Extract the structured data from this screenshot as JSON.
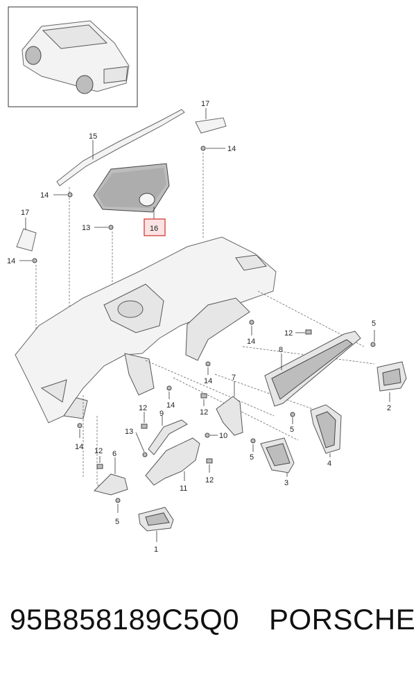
{
  "callouts": {
    "c1": "1",
    "c2": "2",
    "c3": "3",
    "c4": "4",
    "c5a": "5",
    "c5b": "5",
    "c5c": "5",
    "c5d": "5",
    "c6": "6",
    "c7": "7",
    "c8": "8",
    "c9": "9",
    "c10": "10",
    "c11": "11",
    "c12a": "12",
    "c12b": "12",
    "c12c": "12",
    "c12d": "12",
    "c12e": "12",
    "c13a": "13",
    "c13b": "13",
    "c14a": "14",
    "c14b": "14",
    "c14c": "14",
    "c14d": "14",
    "c14e": "14",
    "c14f": "14",
    "c14g": "14",
    "c15": "15",
    "c16": "16",
    "c17a": "17",
    "c17b": "17"
  },
  "highlight": {
    "color": "#d9534f",
    "fill": "#fbe3e3"
  },
  "caption": {
    "part_number": "95B858189C5Q0",
    "brand": "PORSCHE"
  }
}
